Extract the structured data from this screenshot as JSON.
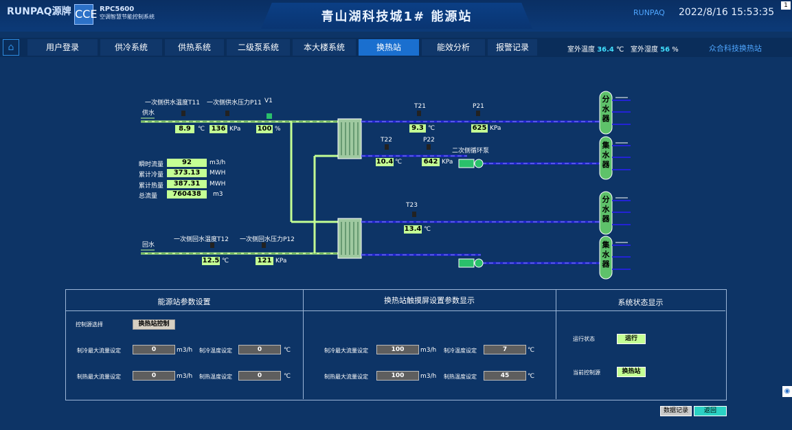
{
  "header": {
    "brand": "RUNPAQ源牌",
    "product": "RPC5600",
    "product_sub": "空调智慧节能控制系统",
    "logo_text": "CCE",
    "title": "青山湖科技城1# 能源站",
    "runpaq": "RUNPAQ",
    "clock": "2022/8/16 15:53:35",
    "win_btn": "1"
  },
  "nav": {
    "home_icon": "home-icon",
    "items": [
      "用户登录",
      "供冷系统",
      "供热系统",
      "二级泵系统",
      "本大楼系统",
      "换热站",
      "能效分析",
      "报警记录"
    ],
    "active_index": 5,
    "outdoor_temp_label": "室外温度",
    "outdoor_temp": "36.4",
    "outdoor_temp_unit": "℃",
    "outdoor_hum_label": "室外湿度",
    "outdoor_hum": "56",
    "outdoor_hum_unit": "%",
    "brand_right": "众合科技换热站"
  },
  "diagram": {
    "supply_label": "供水",
    "return_label": "回水",
    "t11_label": "一次侧供水温度T11",
    "p11_label": "一次侧供水压力P11",
    "v1_label": "V1",
    "t11": "8.9",
    "t11_unit": "℃",
    "p11": "136",
    "p11_unit": "KPa",
    "v1": "100",
    "v1_unit": "%",
    "flow_label": "瞬时流量",
    "flow": "92",
    "flow_unit": "m3/h",
    "cool_label": "累计冷量",
    "cool": "373.13",
    "cool_unit": "MWH",
    "heat_label": "累计热量",
    "heat": "387.31",
    "heat_unit": "MWH",
    "total_label": "总流量",
    "total": "760438",
    "total_unit": "m3",
    "t12_label": "一次侧回水温度T12",
    "p12_label": "一次侧回水压力P12",
    "t12": "12.5",
    "t12_unit": "℃",
    "p12": "121",
    "p12_unit": "KPa",
    "t21_label": "T21",
    "t21": "9.3",
    "t21_unit": "℃",
    "p21_label": "P21",
    "p21": "625",
    "p21_unit": "KPa",
    "t22_label": "T22",
    "t22": "10.4",
    "t22_unit": "℃",
    "p22_label": "P22",
    "p22": "642",
    "p22_unit": "KPa",
    "pump_label": "二次侧循环泵",
    "t23_label": "T23",
    "t23": "13.4",
    "t23_unit": "℃",
    "manifold1": [
      "分",
      "水",
      "器"
    ],
    "manifold2": [
      "集",
      "水",
      "器"
    ],
    "manifold3": [
      "分",
      "水",
      "器"
    ],
    "manifold4": [
      "集",
      "水",
      "器"
    ]
  },
  "panel": {
    "energy_title": "能源站参数设置",
    "touch_title": "换热站触摸屏设置参数显示",
    "status_title": "系统状态显示",
    "ctrl_select_label": "控制源选择",
    "ctrl_btn": "换热站控制",
    "left_cool_flow_label": "制冷最大流量设定",
    "left_cool_flow": "0",
    "left_cool_flow_unit": "m3/h",
    "left_cool_temp_label": "制冷温度设定",
    "left_cool_temp": "0",
    "left_cool_temp_unit": "℃",
    "left_heat_flow_label": "制热最大流量设定",
    "left_heat_flow": "0",
    "left_heat_flow_unit": "m3/h",
    "left_heat_temp_label": "制热温度设定",
    "left_heat_temp": "0",
    "left_heat_temp_unit": "℃",
    "mid_cool_flow_label": "制冷最大流量设定",
    "mid_cool_flow": "100",
    "mid_cool_flow_unit": "m3/h",
    "mid_cool_temp_label": "制冷温度设定",
    "mid_cool_temp": "7",
    "mid_cool_temp_unit": "℃",
    "mid_heat_flow_label": "制热最大流量设定",
    "mid_heat_flow": "100",
    "mid_heat_flow_unit": "m3/h",
    "mid_heat_temp_label": "制热温度设定",
    "mid_heat_temp": "45",
    "mid_heat_temp_unit": "℃",
    "run_state_label": "运行状态",
    "run_state": "运行",
    "ctrl_source_label": "当前控制源",
    "ctrl_source": "换热站"
  },
  "footer": {
    "data_record": "数据记录",
    "back": "返回"
  }
}
